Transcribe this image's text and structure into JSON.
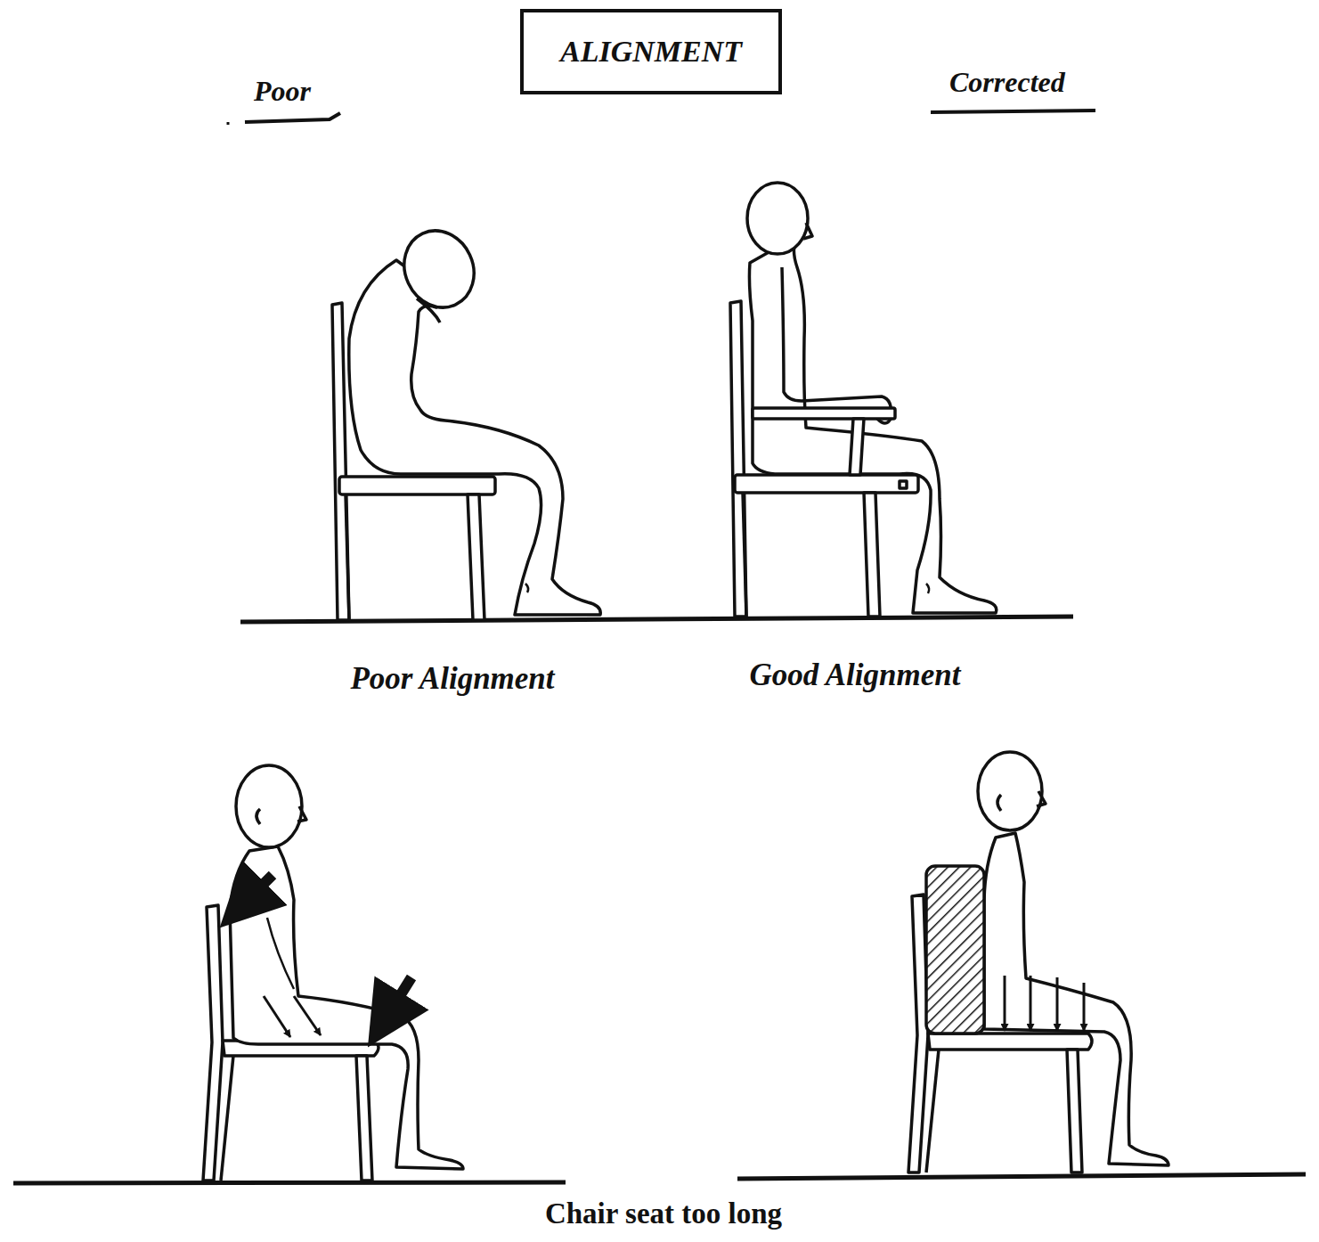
{
  "diagram": {
    "title": "ALIGNMENT",
    "caption": "Chair seat too long",
    "labels": [
      "Poor",
      "Corrected",
      "Poor Alignment",
      "Good Alignment"
    ]
  }
}
